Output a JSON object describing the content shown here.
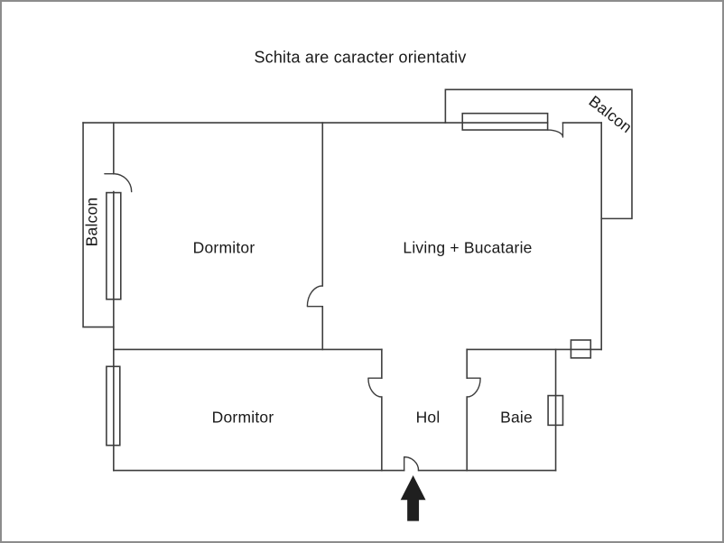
{
  "page": {
    "background": "#ffffff",
    "border_color": "#8c8c8c"
  },
  "title": "Schita are caracter orientativ",
  "floorplan": {
    "line_color": "#3d3d3d",
    "text_color": "#1a1a1a",
    "arrow_color": "#1f1f1f",
    "rooms": [
      {
        "id": "dormitor-1",
        "label": "Dormitor"
      },
      {
        "id": "living-bucatarie",
        "label": "Living + Bucatarie"
      },
      {
        "id": "dormitor-2",
        "label": "Dormitor"
      },
      {
        "id": "hol",
        "label": "Hol"
      },
      {
        "id": "baie",
        "label": "Baie"
      }
    ],
    "balconies": [
      {
        "id": "balcon-left",
        "label": "Balcon"
      },
      {
        "id": "balcon-right",
        "label": "Balcon"
      }
    ],
    "entrance": {
      "icon": "up-arrow"
    }
  }
}
